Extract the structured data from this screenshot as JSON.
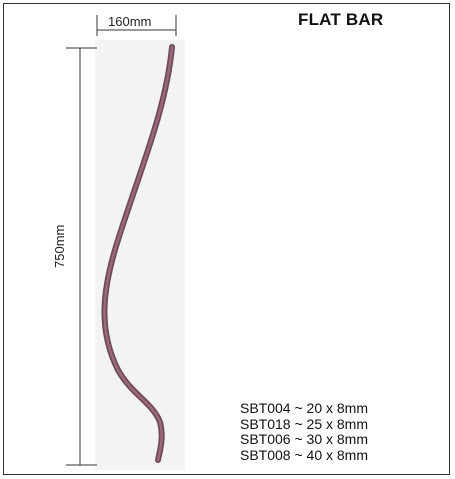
{
  "title": "FLAT BAR",
  "dimensions": {
    "width_label": "160mm",
    "height_label": "750mm"
  },
  "codes": [
    "SBT004 ~ 20 x 8mm",
    "SBT018 ~ 25 x 8mm",
    "SBT006 ~ 30 x 8mm",
    "SBT008 ~ 40 x 8mm"
  ],
  "colors": {
    "bar_outer": "#6e4a5c",
    "bar_inner": "#9a6a78",
    "photo_bg": "#f3f3f3"
  }
}
